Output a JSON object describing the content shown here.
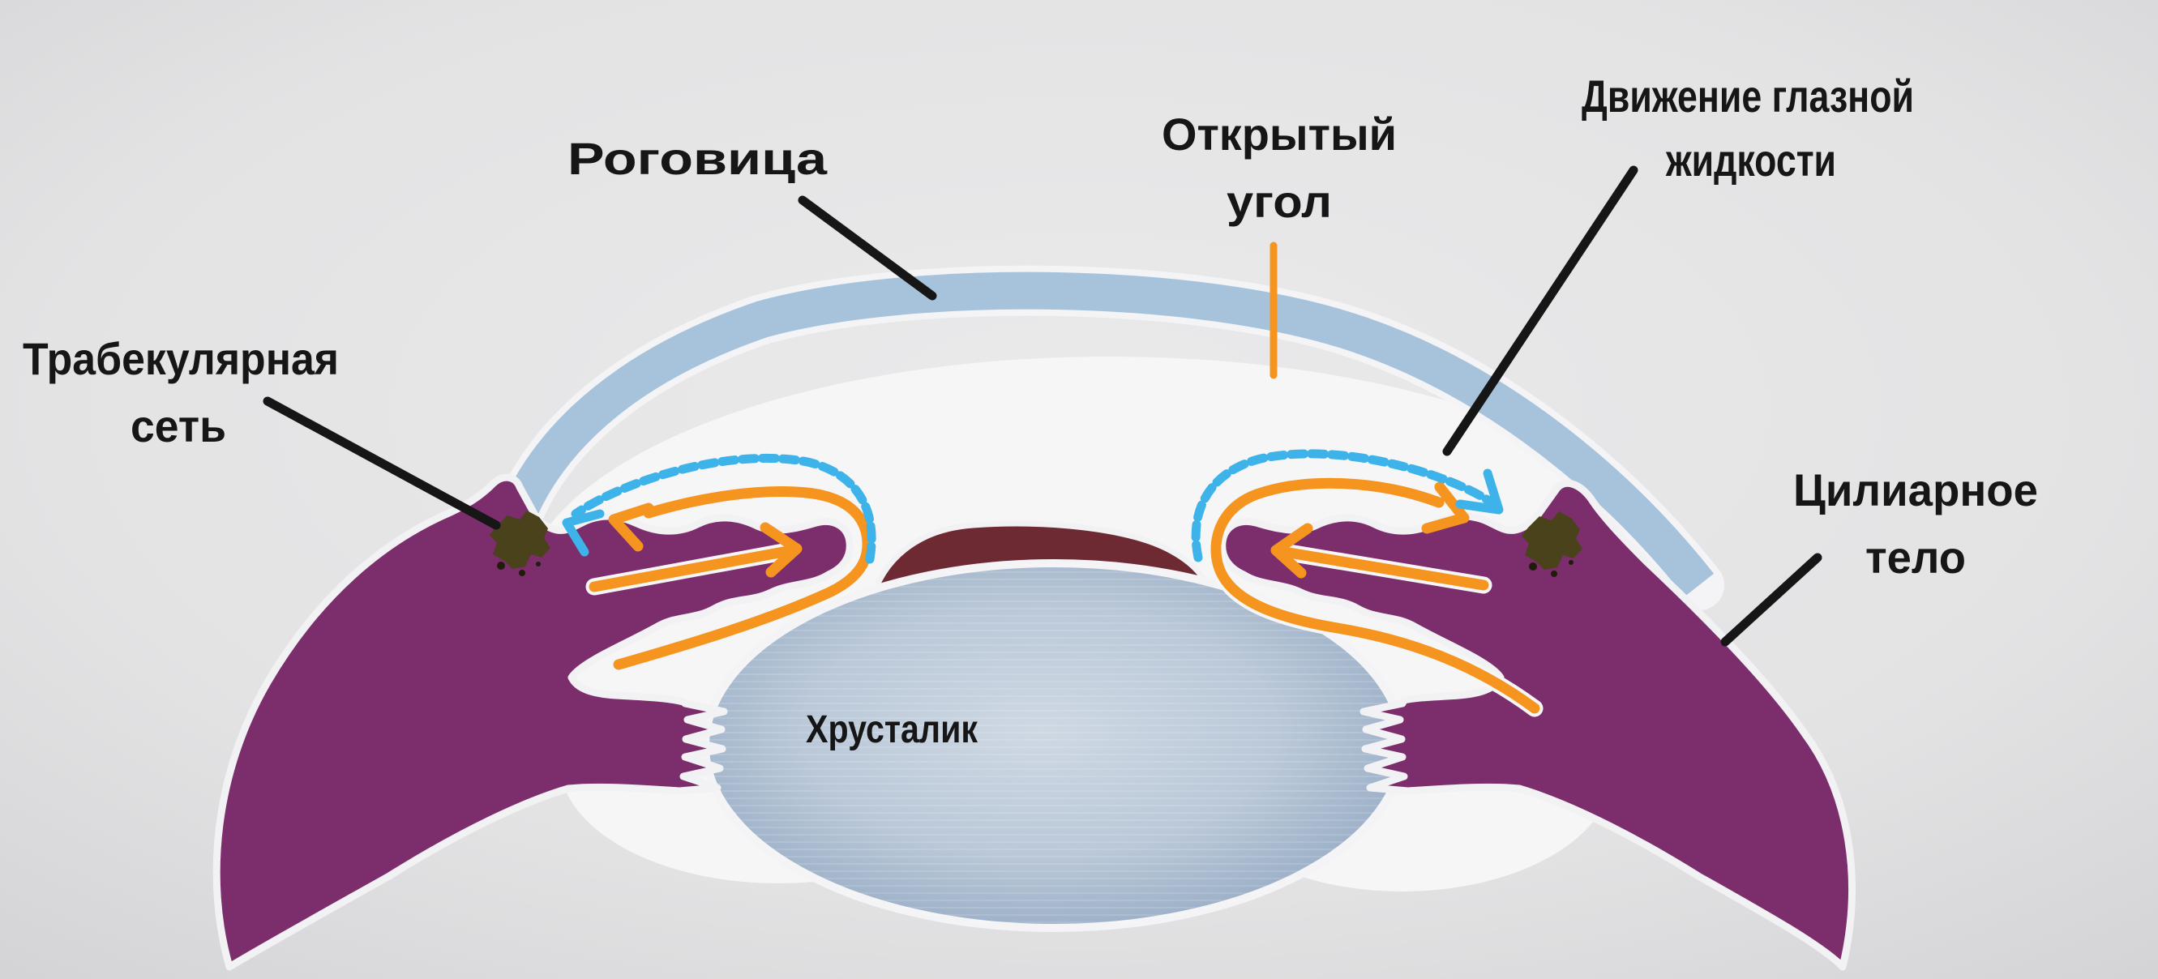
{
  "labels": {
    "cornea": "Роговица",
    "open_angle_line1": "Открытый",
    "open_angle_line2": "угол",
    "fluid_movement_line1": "Движение глазной",
    "fluid_movement_line2": "жидкости",
    "trabecular_line1": "Трабекулярная",
    "trabecular_line2": "сеть",
    "ciliary_line1": "Цилиарное",
    "ciliary_line2": "тело",
    "lens": "Хрусталик"
  },
  "colors": {
    "background": "#e3e3e4",
    "chamber-white": "#f6f6f7",
    "cornea-blue": "#a7c3dc",
    "iris-purple": "#7b2d6c",
    "pupil-maroon": "#6d2a33",
    "lens-center": "#ccd6e2",
    "lens-edge": "#92a8c2",
    "arrow-orange": "#f5941f",
    "arrow-blue": "#3db3ea",
    "trabecular-olive": "#49421b",
    "label-color": "#161616"
  },
  "icons": {
    "flow_arrow": "curved-arrow",
    "pointer_line": "label-pointer-line"
  }
}
